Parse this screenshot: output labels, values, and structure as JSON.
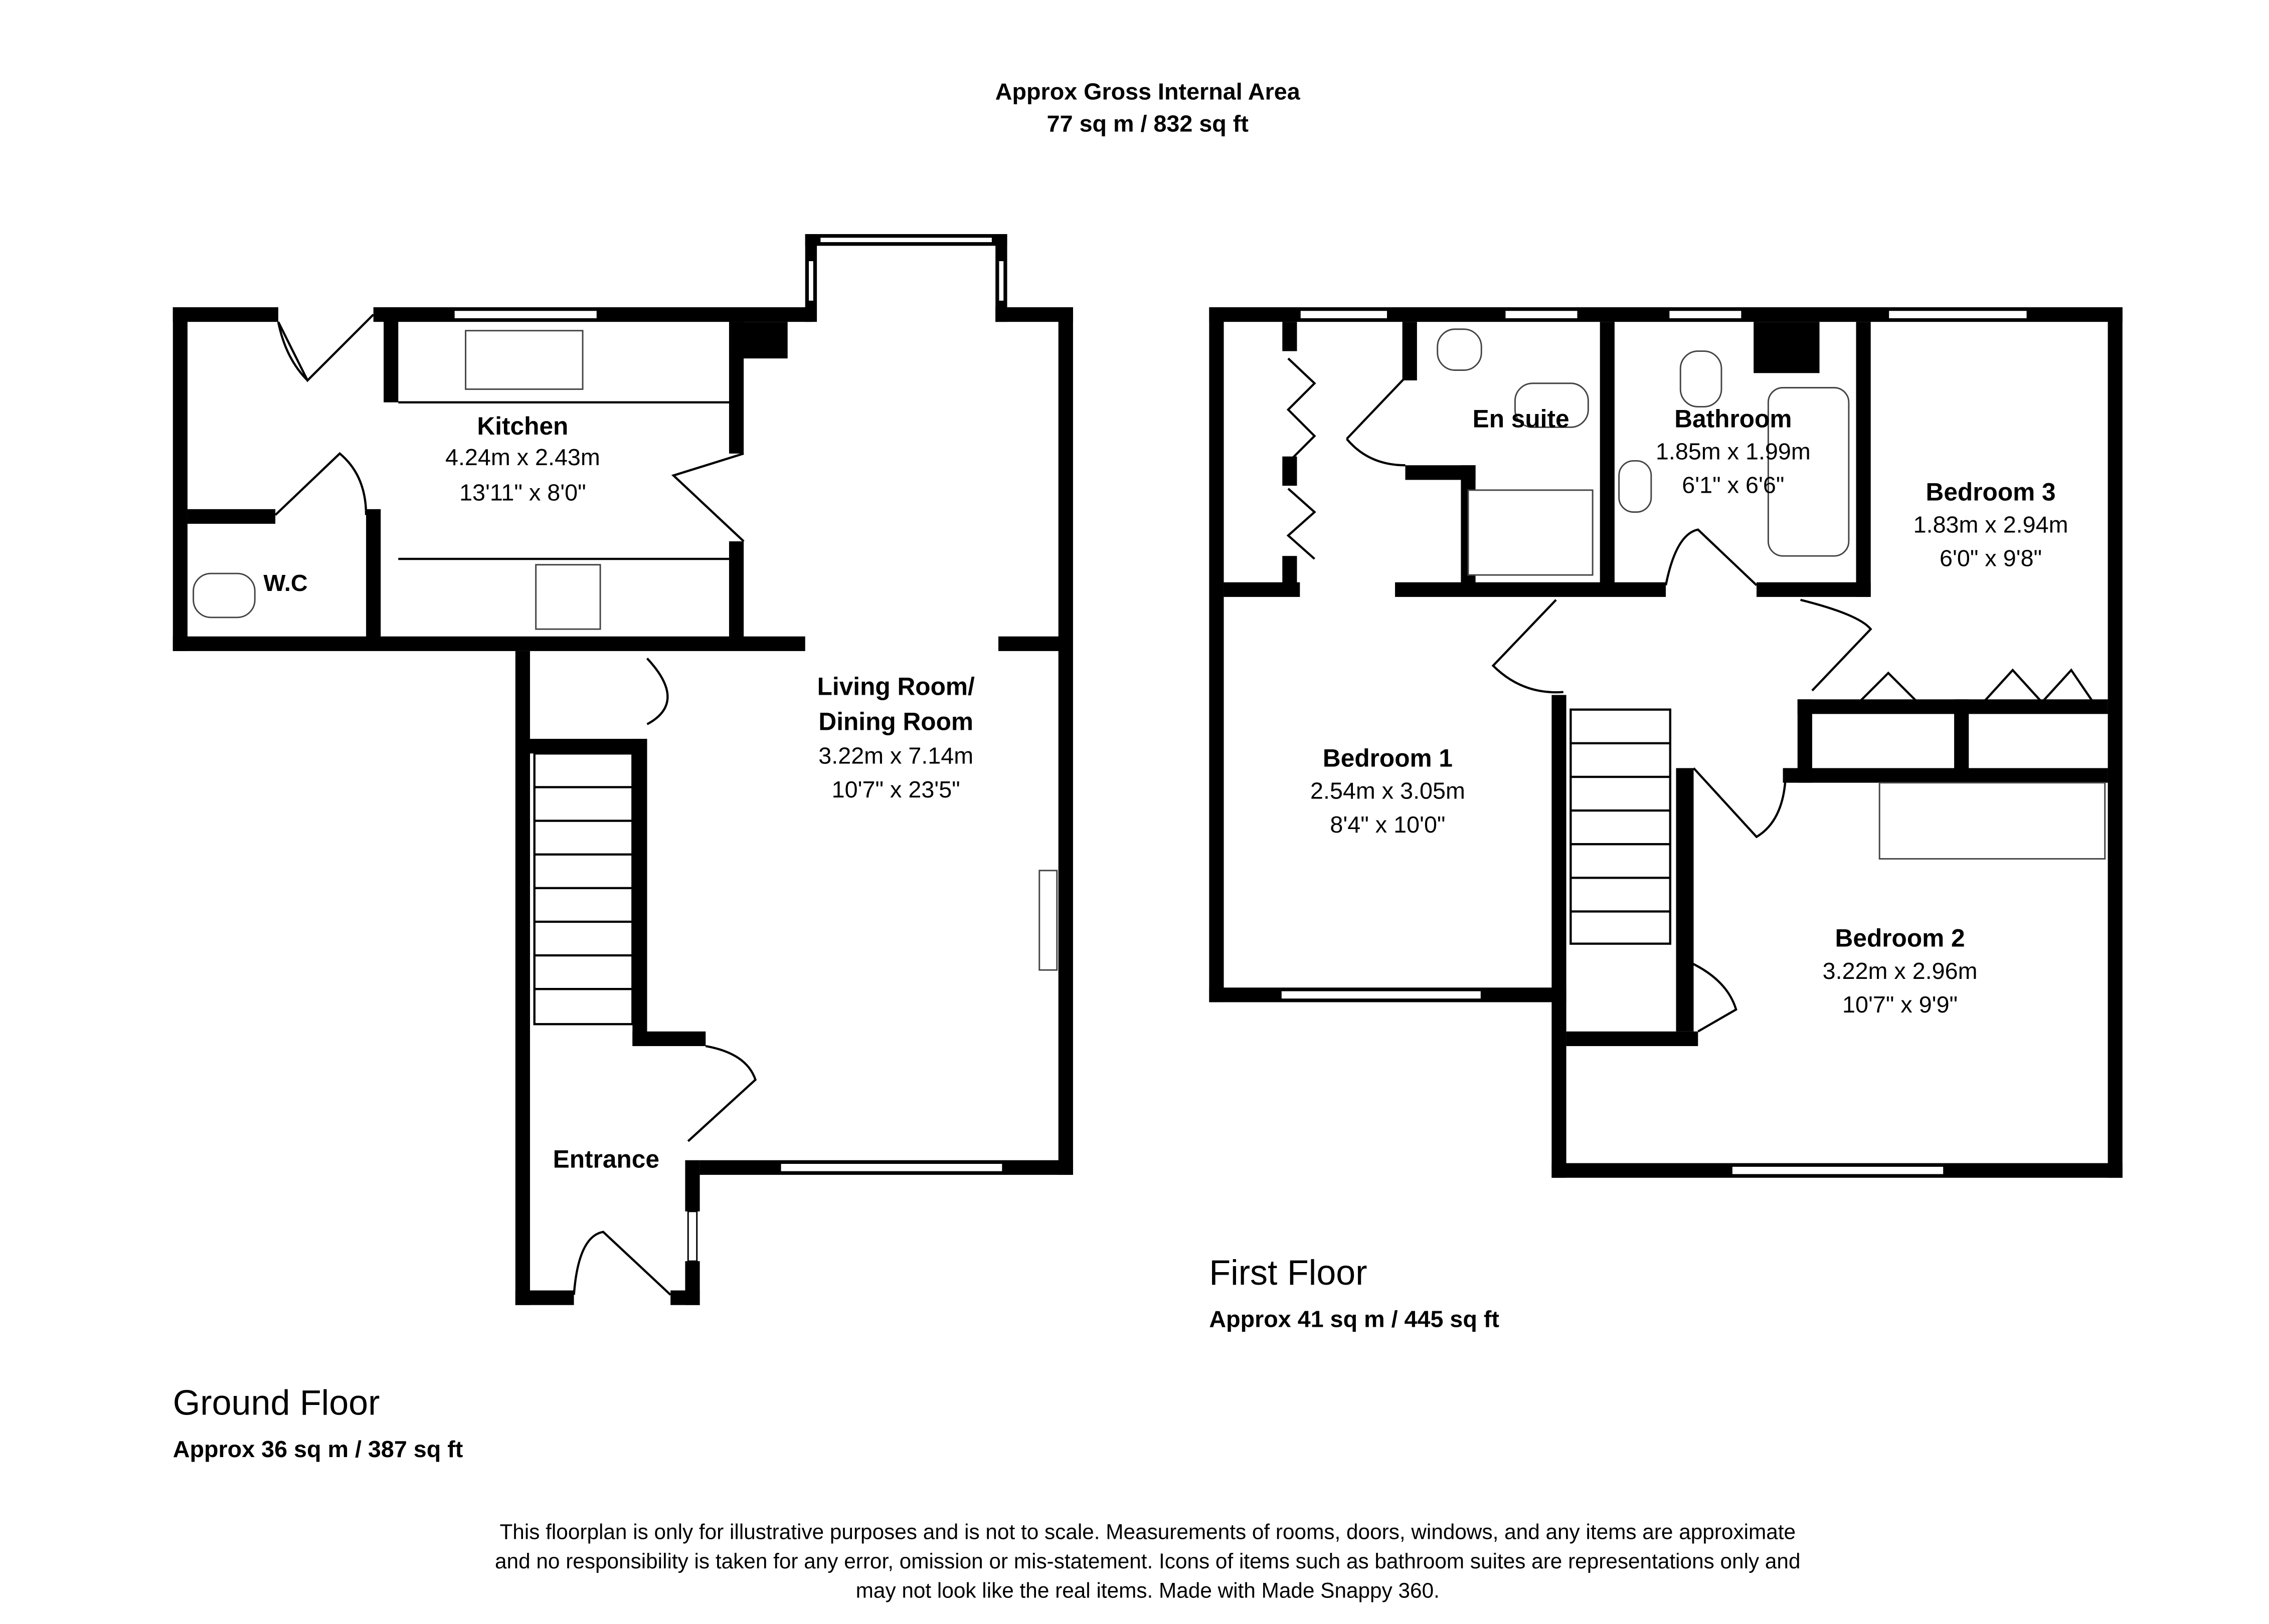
{
  "header": {
    "title": "Approx Gross Internal Area",
    "area": "77 sq m / 832 sq ft"
  },
  "ground_floor": {
    "label": "Ground Floor",
    "area": "Approx 36 sq m / 387 sq ft",
    "rooms": [
      {
        "name": "Kitchen",
        "metric": "4.24m x 2.43m",
        "imperial": "13'11\" x 8'0\""
      },
      {
        "name": "W.C"
      },
      {
        "name_line1": "Living Room/",
        "name_line2": "Dining Room",
        "metric": "3.22m x 7.14m",
        "imperial": "10'7\" x 23'5\""
      },
      {
        "name": "Entrance"
      }
    ]
  },
  "first_floor": {
    "label": "First Floor",
    "area": "Approx 41 sq m / 445 sq ft",
    "rooms": [
      {
        "name": "En suite"
      },
      {
        "name": "Bathroom",
        "metric": "1.85m x 1.99m",
        "imperial": "6'1\" x 6'6\""
      },
      {
        "name": "Bedroom 3",
        "metric": "1.83m x 2.94m",
        "imperial": "6'0\" x 9'8\""
      },
      {
        "name": "Bedroom 1",
        "metric": "2.54m x 3.05m",
        "imperial": "8'4\" x 10'0\""
      },
      {
        "name": "Bedroom 2",
        "metric": "3.22m x 2.96m",
        "imperial": "10'7\" x 9'9\""
      }
    ]
  },
  "disclaimer": {
    "line1": "This floorplan is only for illustrative purposes and is not to scale. Measurements of rooms, doors, windows, and any items are approximate",
    "line2": "and no responsibility is taken for any error, omission or mis-statement. Icons of items such as bathroom suites are representations only and",
    "line3": "may not look like the real items. Made with Made Snappy 360."
  }
}
